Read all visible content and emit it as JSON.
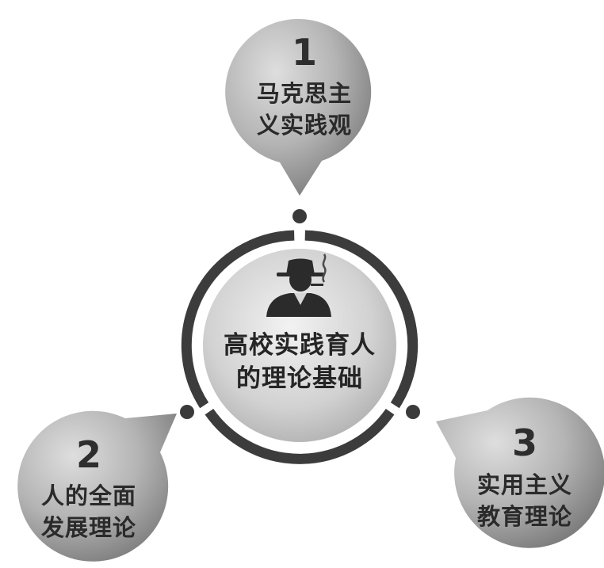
{
  "center": {
    "icon": "man-in-hat-smoking-icon",
    "title_line1": "高校实践育人",
    "title_line2": "的理论基础"
  },
  "bubbles": [
    {
      "number": "1",
      "line1": "马克思主",
      "line2": "义实践观"
    },
    {
      "number": "2",
      "line1": "人的全面",
      "line2": "发展理论"
    },
    {
      "number": "3",
      "line1": "实用主义",
      "line2": "教育理论"
    }
  ],
  "colors": {
    "ring": "#3c3c3c",
    "bubble_light": "#d9d9d9",
    "bubble_dark": "#8a8a8a",
    "center_light": "#f0f0f0",
    "center_dark": "#b5b5b5",
    "text": "#2a2a2a"
  }
}
